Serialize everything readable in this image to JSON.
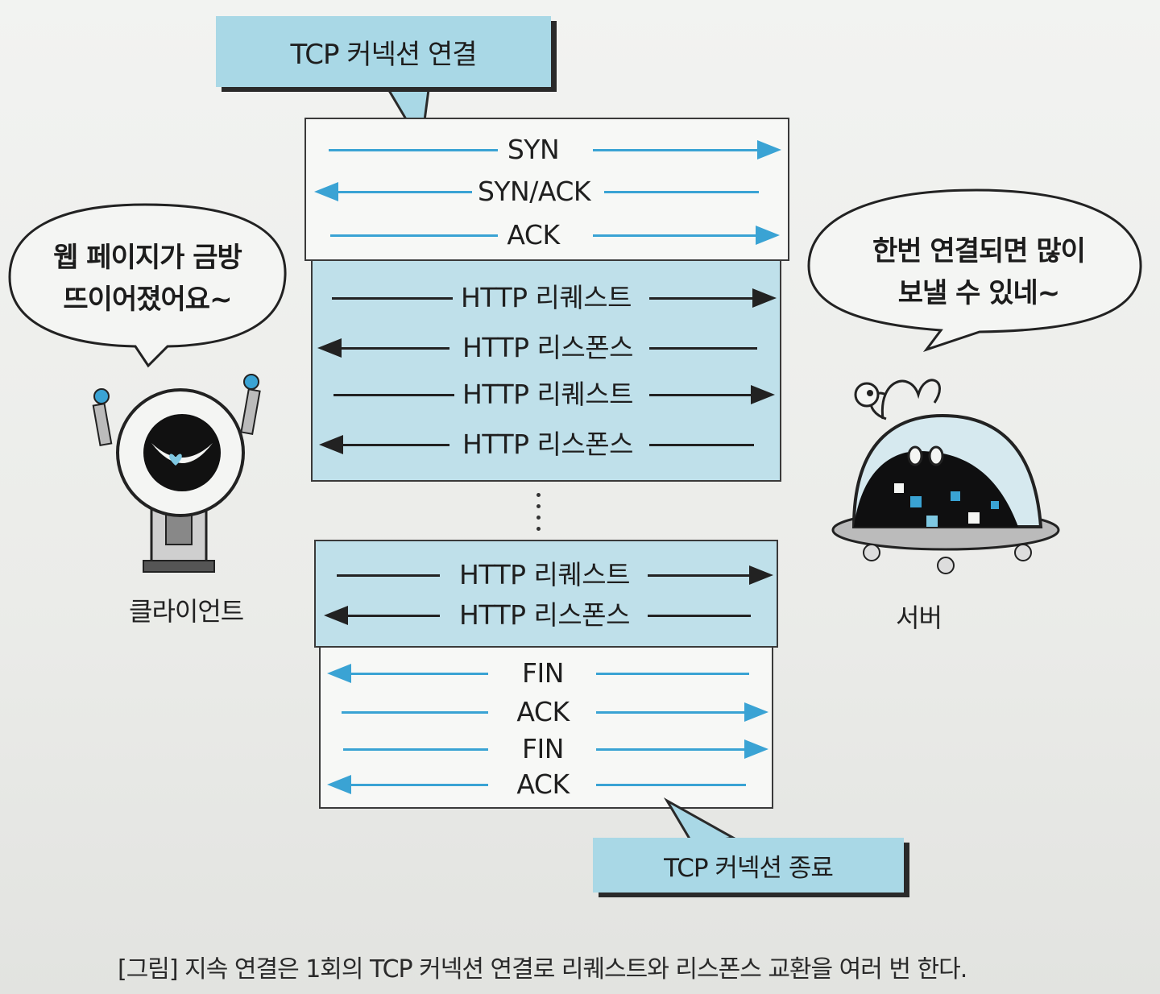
{
  "callouts": {
    "connect": "TCP 커넥션 연결",
    "close": "TCP 커넥션 종료"
  },
  "handshake": [
    {
      "label": "SYN",
      "dir": "right"
    },
    {
      "label": "SYN/ACK",
      "dir": "left"
    },
    {
      "label": "ACK",
      "dir": "right"
    }
  ],
  "exchange_1": [
    {
      "label": "HTTP 리퀘스트",
      "dir": "right"
    },
    {
      "label": "HTTP 리스폰스",
      "dir": "left"
    },
    {
      "label": "HTTP 리퀘스트",
      "dir": "right"
    },
    {
      "label": "HTTP 리스폰스",
      "dir": "left"
    }
  ],
  "exchange_2": [
    {
      "label": "HTTP 리퀘스트",
      "dir": "right"
    },
    {
      "label": "HTTP 리스폰스",
      "dir": "left"
    }
  ],
  "teardown": [
    {
      "label": "FIN",
      "dir": "left"
    },
    {
      "label": "ACK",
      "dir": "right"
    },
    {
      "label": "FIN",
      "dir": "right"
    },
    {
      "label": "ACK",
      "dir": "left"
    }
  ],
  "client": {
    "label": "클라이언트",
    "speech": [
      "웹 페이지가 금방",
      "뜨이어졌어요~"
    ]
  },
  "server": {
    "label": "서버",
    "speech": [
      "한번 연결되면 많이",
      "보낼 수 있네~"
    ]
  },
  "caption": "[그림] 지속 연결은 1회의 TCP 커넥션 연결로 리퀘스트와 리스폰스 교환을 여러 번 한다.",
  "colors": {
    "callout_fill": "#a9d8e6",
    "box_blue": "#bfe0ea",
    "arrow_cyan": "#3aa3d4",
    "arrow_black": "#222222"
  }
}
